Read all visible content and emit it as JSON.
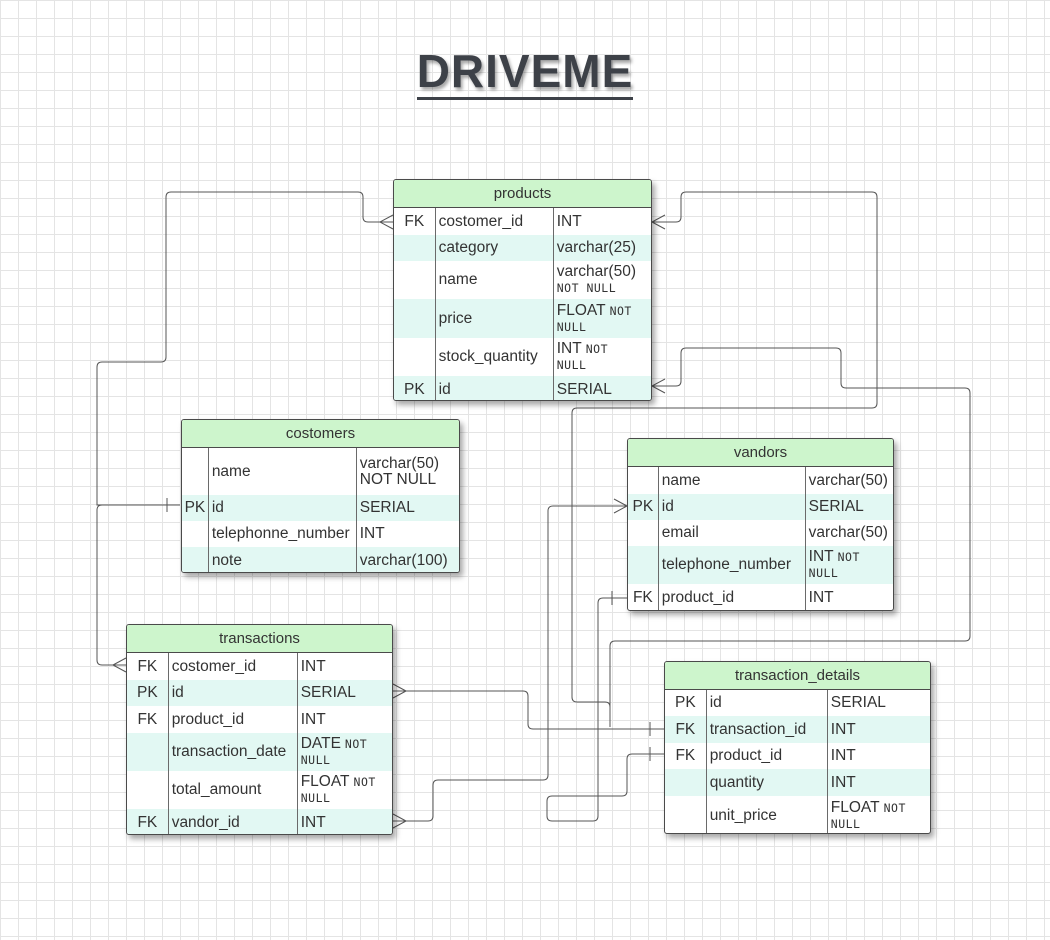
{
  "title": "DRIVEME",
  "tables": {
    "products": {
      "name": "products",
      "rows": [
        {
          "key": "FK",
          "name": "costomer_id",
          "type": "INT",
          "notnull": "",
          "notnull_line": "",
          "alt": false
        },
        {
          "key": "",
          "name": "category",
          "type": "varchar(25)",
          "notnull": "",
          "notnull_line": "",
          "alt": true
        },
        {
          "key": "",
          "name": "name",
          "type": "varchar(50)",
          "notnull": "",
          "notnull_line": "NOT NULL",
          "alt": false
        },
        {
          "key": "",
          "name": "price",
          "type": "FLOAT",
          "notnull": "NOT",
          "notnull_line": "NULL",
          "alt": true
        },
        {
          "key": "",
          "name": "stock_quantity",
          "type": "INT",
          "notnull": "NOT",
          "notnull_line": "NULL",
          "alt": false
        },
        {
          "key": "PK",
          "name": "id",
          "type": "SERIAL",
          "notnull": "",
          "notnull_line": "",
          "alt": true
        }
      ]
    },
    "costomers": {
      "name": "costomers",
      "rows": [
        {
          "key": "",
          "name": "name",
          "type": "varchar(50)",
          "notnull": "",
          "notnull_line": "",
          "type2": "NOT NULL",
          "alt": false
        },
        {
          "key": "PK",
          "name": "id",
          "type": "SERIAL",
          "notnull": "",
          "notnull_line": "",
          "alt": true
        },
        {
          "key": "",
          "name": "telephonne_number",
          "type": "INT",
          "notnull": "",
          "notnull_line": "",
          "alt": false
        },
        {
          "key": "",
          "name": "note",
          "type": "varchar(100)",
          "notnull": "",
          "notnull_line": "",
          "alt": true
        }
      ]
    },
    "vandors": {
      "name": "vandors",
      "rows": [
        {
          "key": "",
          "name": "name",
          "type": "varchar(50)",
          "notnull": "",
          "notnull_line": "",
          "alt": false
        },
        {
          "key": "PK",
          "name": "id",
          "type": "SERIAL",
          "notnull": "",
          "notnull_line": "",
          "alt": true
        },
        {
          "key": "",
          "name": "email",
          "type": "varchar(50)",
          "notnull": "",
          "notnull_line": "",
          "alt": false
        },
        {
          "key": "",
          "name": "telephone_number",
          "type": "INT",
          "notnull": "NOT",
          "notnull_line": "NULL",
          "alt": true
        },
        {
          "key": "FK",
          "name": "product_id",
          "type": "INT",
          "notnull": "",
          "notnull_line": "",
          "alt": false
        }
      ]
    },
    "transactions": {
      "name": "transactions",
      "rows": [
        {
          "key": "FK",
          "name": "costomer_id",
          "type": "INT",
          "notnull": "",
          "notnull_line": "",
          "alt": false
        },
        {
          "key": "PK",
          "name": "id",
          "type": "SERIAL",
          "notnull": "",
          "notnull_line": "",
          "alt": true
        },
        {
          "key": "FK",
          "name": "product_id",
          "type": "INT",
          "notnull": "",
          "notnull_line": "",
          "alt": false
        },
        {
          "key": "",
          "name": "transaction_date",
          "type": "DATE",
          "notnull": "NOT",
          "notnull_line": "NULL",
          "alt": true
        },
        {
          "key": "",
          "name": "total_amount",
          "type": "FLOAT",
          "notnull": "NOT",
          "notnull_line": "NULL",
          "alt": false
        },
        {
          "key": "FK",
          "name": "vandor_id",
          "type": "INT",
          "notnull": "",
          "notnull_line": "",
          "alt": true
        }
      ]
    },
    "transaction_details": {
      "name": "transaction_details",
      "rows": [
        {
          "key": "PK",
          "name": "id",
          "type": "SERIAL",
          "notnull": "",
          "notnull_line": "",
          "alt": false
        },
        {
          "key": "FK",
          "name": "transaction_id",
          "type": "INT",
          "notnull": "",
          "notnull_line": "",
          "alt": true
        },
        {
          "key": "FK",
          "name": "product_id",
          "type": "INT",
          "notnull": "",
          "notnull_line": "",
          "alt": false
        },
        {
          "key": "",
          "name": "quantity",
          "type": "INT",
          "notnull": "",
          "notnull_line": "",
          "alt": true
        },
        {
          "key": "",
          "name": "unit_price",
          "type": "FLOAT",
          "notnull": "NOT",
          "notnull_line": "NULL",
          "alt": false
        }
      ]
    }
  },
  "colors": {
    "header_fill": "#cdf5cc",
    "alt_row_fill": "#e2f8f3",
    "border": "#4a4a4a",
    "connector": "#555555"
  }
}
